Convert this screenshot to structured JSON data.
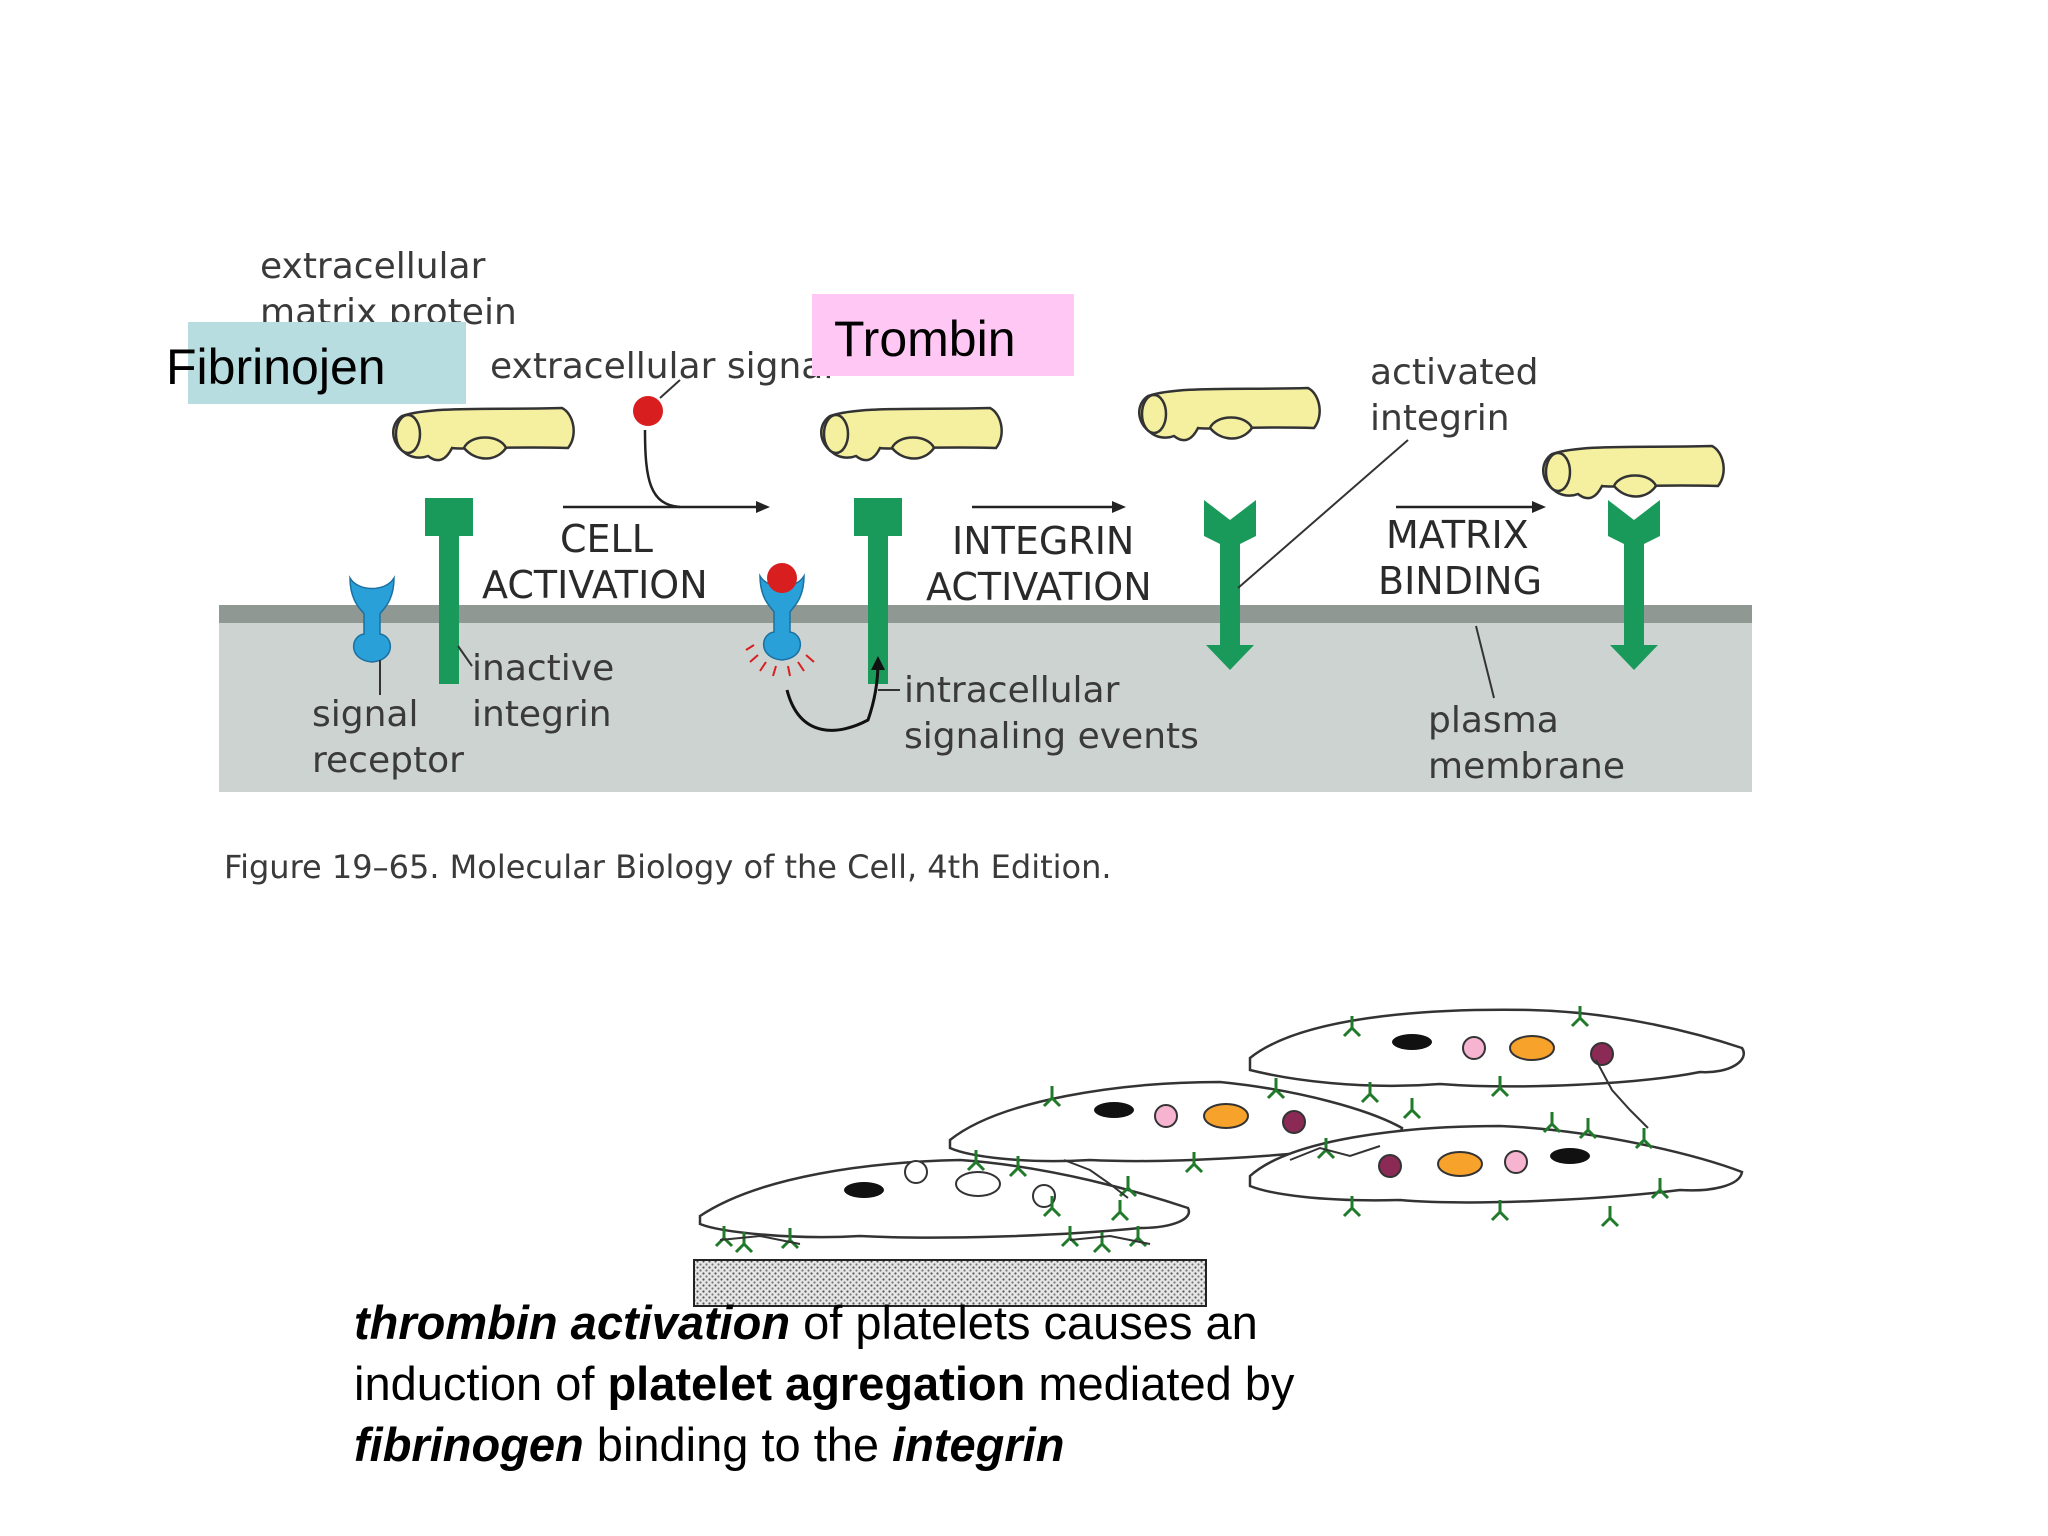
{
  "diagram": {
    "labels": {
      "ecm_line1": "extracellular",
      "ecm_line2": "matrix protein",
      "extracellular_signal": "extracellular signal",
      "cell_activation_1": "CELL",
      "cell_activation_2": "ACTIVATION",
      "integrin_activation_1": "INTEGRIN",
      "integrin_activation_2": "ACTIVATION",
      "matrix_binding_1": "MATRIX",
      "matrix_binding_2": "BINDING",
      "activated_integrin_1": "activated",
      "activated_integrin_2": "integrin",
      "inactive_integrin_1": "inactive",
      "inactive_integrin_2": "integrin",
      "signal_receptor_1": "signal",
      "signal_receptor_2": "receptor",
      "intracellular_1": "intracellular",
      "intracellular_2": "signaling events",
      "plasma_membrane_1": "plasma",
      "plasma_membrane_2": "membrane"
    },
    "figure_caption": "Figure 19–65. Molecular Biology of the Cell, 4th Edition.",
    "overlays": {
      "fibrinojen": "Fibrinojen",
      "trombin": "Trombin"
    },
    "colors": {
      "matrix_protein": "#f5f0a0",
      "integrin": "#1a9a5a",
      "receptor": "#2aa0d8",
      "signal": "#d81e1e",
      "membrane": "#8f9893",
      "cytoplasm": "#cdd3d1",
      "fibrinojen_box": "#b8dde0",
      "trombin_box": "#ffc8f4"
    }
  },
  "caption": {
    "l1_em": "thrombin activation",
    "l1_rest": " of platelets causes an",
    "l2_a": "induction of ",
    "l2_b": "platelet agregation",
    "l2_c": " mediated by",
    "l3_em": "fibrinogen",
    "l3_mid": " binding to the ",
    "l3_em2": "integrin"
  }
}
